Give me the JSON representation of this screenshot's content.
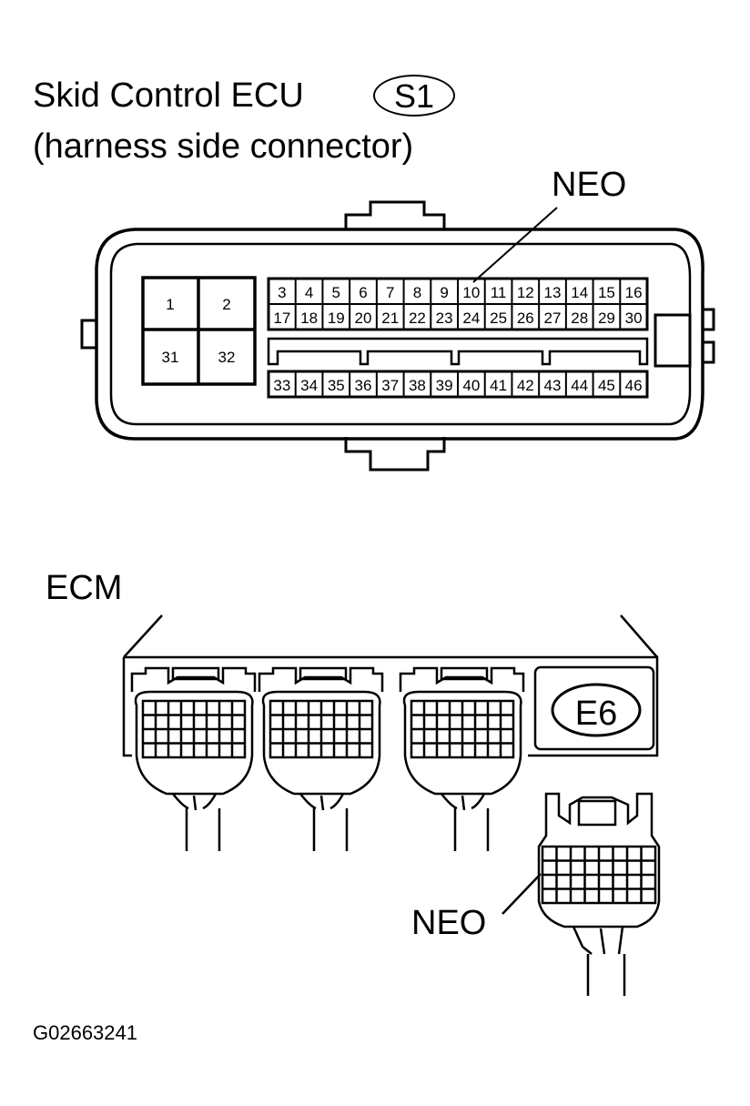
{
  "title": {
    "line1": "Skid Control ECU",
    "line2": "(harness side connector)",
    "connector_code": "S1"
  },
  "terminal_label_top": "NEO",
  "connector_s1": {
    "large_pins": [
      "1",
      "2",
      "31",
      "32"
    ],
    "row1": [
      "3",
      "4",
      "5",
      "6",
      "7",
      "8",
      "9",
      "10",
      "11",
      "12",
      "13",
      "14",
      "15",
      "16"
    ],
    "row2": [
      "17",
      "18",
      "19",
      "20",
      "21",
      "22",
      "23",
      "24",
      "25",
      "26",
      "27",
      "28",
      "29",
      "30"
    ],
    "row3": [
      "33",
      "34",
      "35",
      "36",
      "37",
      "38",
      "39",
      "40",
      "41",
      "42",
      "43",
      "44",
      "45",
      "46"
    ],
    "highlighted_pin": "10"
  },
  "ecm": {
    "label": "ECM",
    "connector_code": "E6",
    "terminal_label": "NEO"
  },
  "figure_code": "G02663241"
}
